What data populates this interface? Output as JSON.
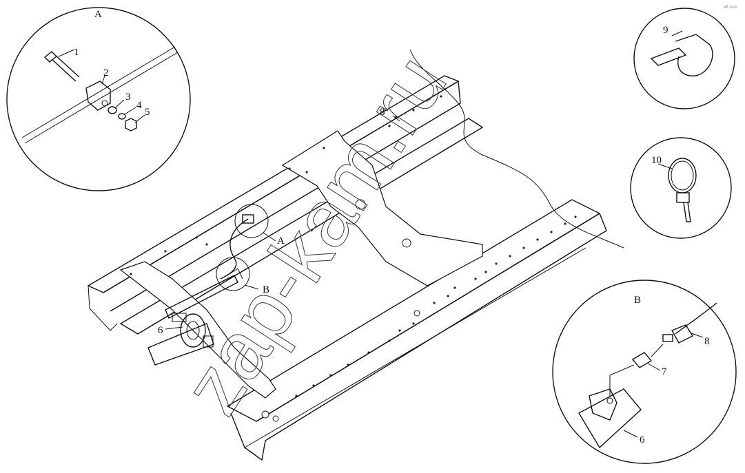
{
  "callouts": {
    "detail_a_title": "A",
    "detail_b_title": "B",
    "main_a": "A",
    "main_b": "B",
    "p1": "1",
    "p2": "2",
    "p3": "3",
    "p4": "4",
    "p5": "5",
    "p6_main": "6",
    "p6_detail": "6",
    "p7": "7",
    "p8_main": "8",
    "p8_detail": "8",
    "p9": "9",
    "p10": "10"
  },
  "watermark": "zap-kam.ru",
  "corner_mark": "з® ≡≡≡"
}
